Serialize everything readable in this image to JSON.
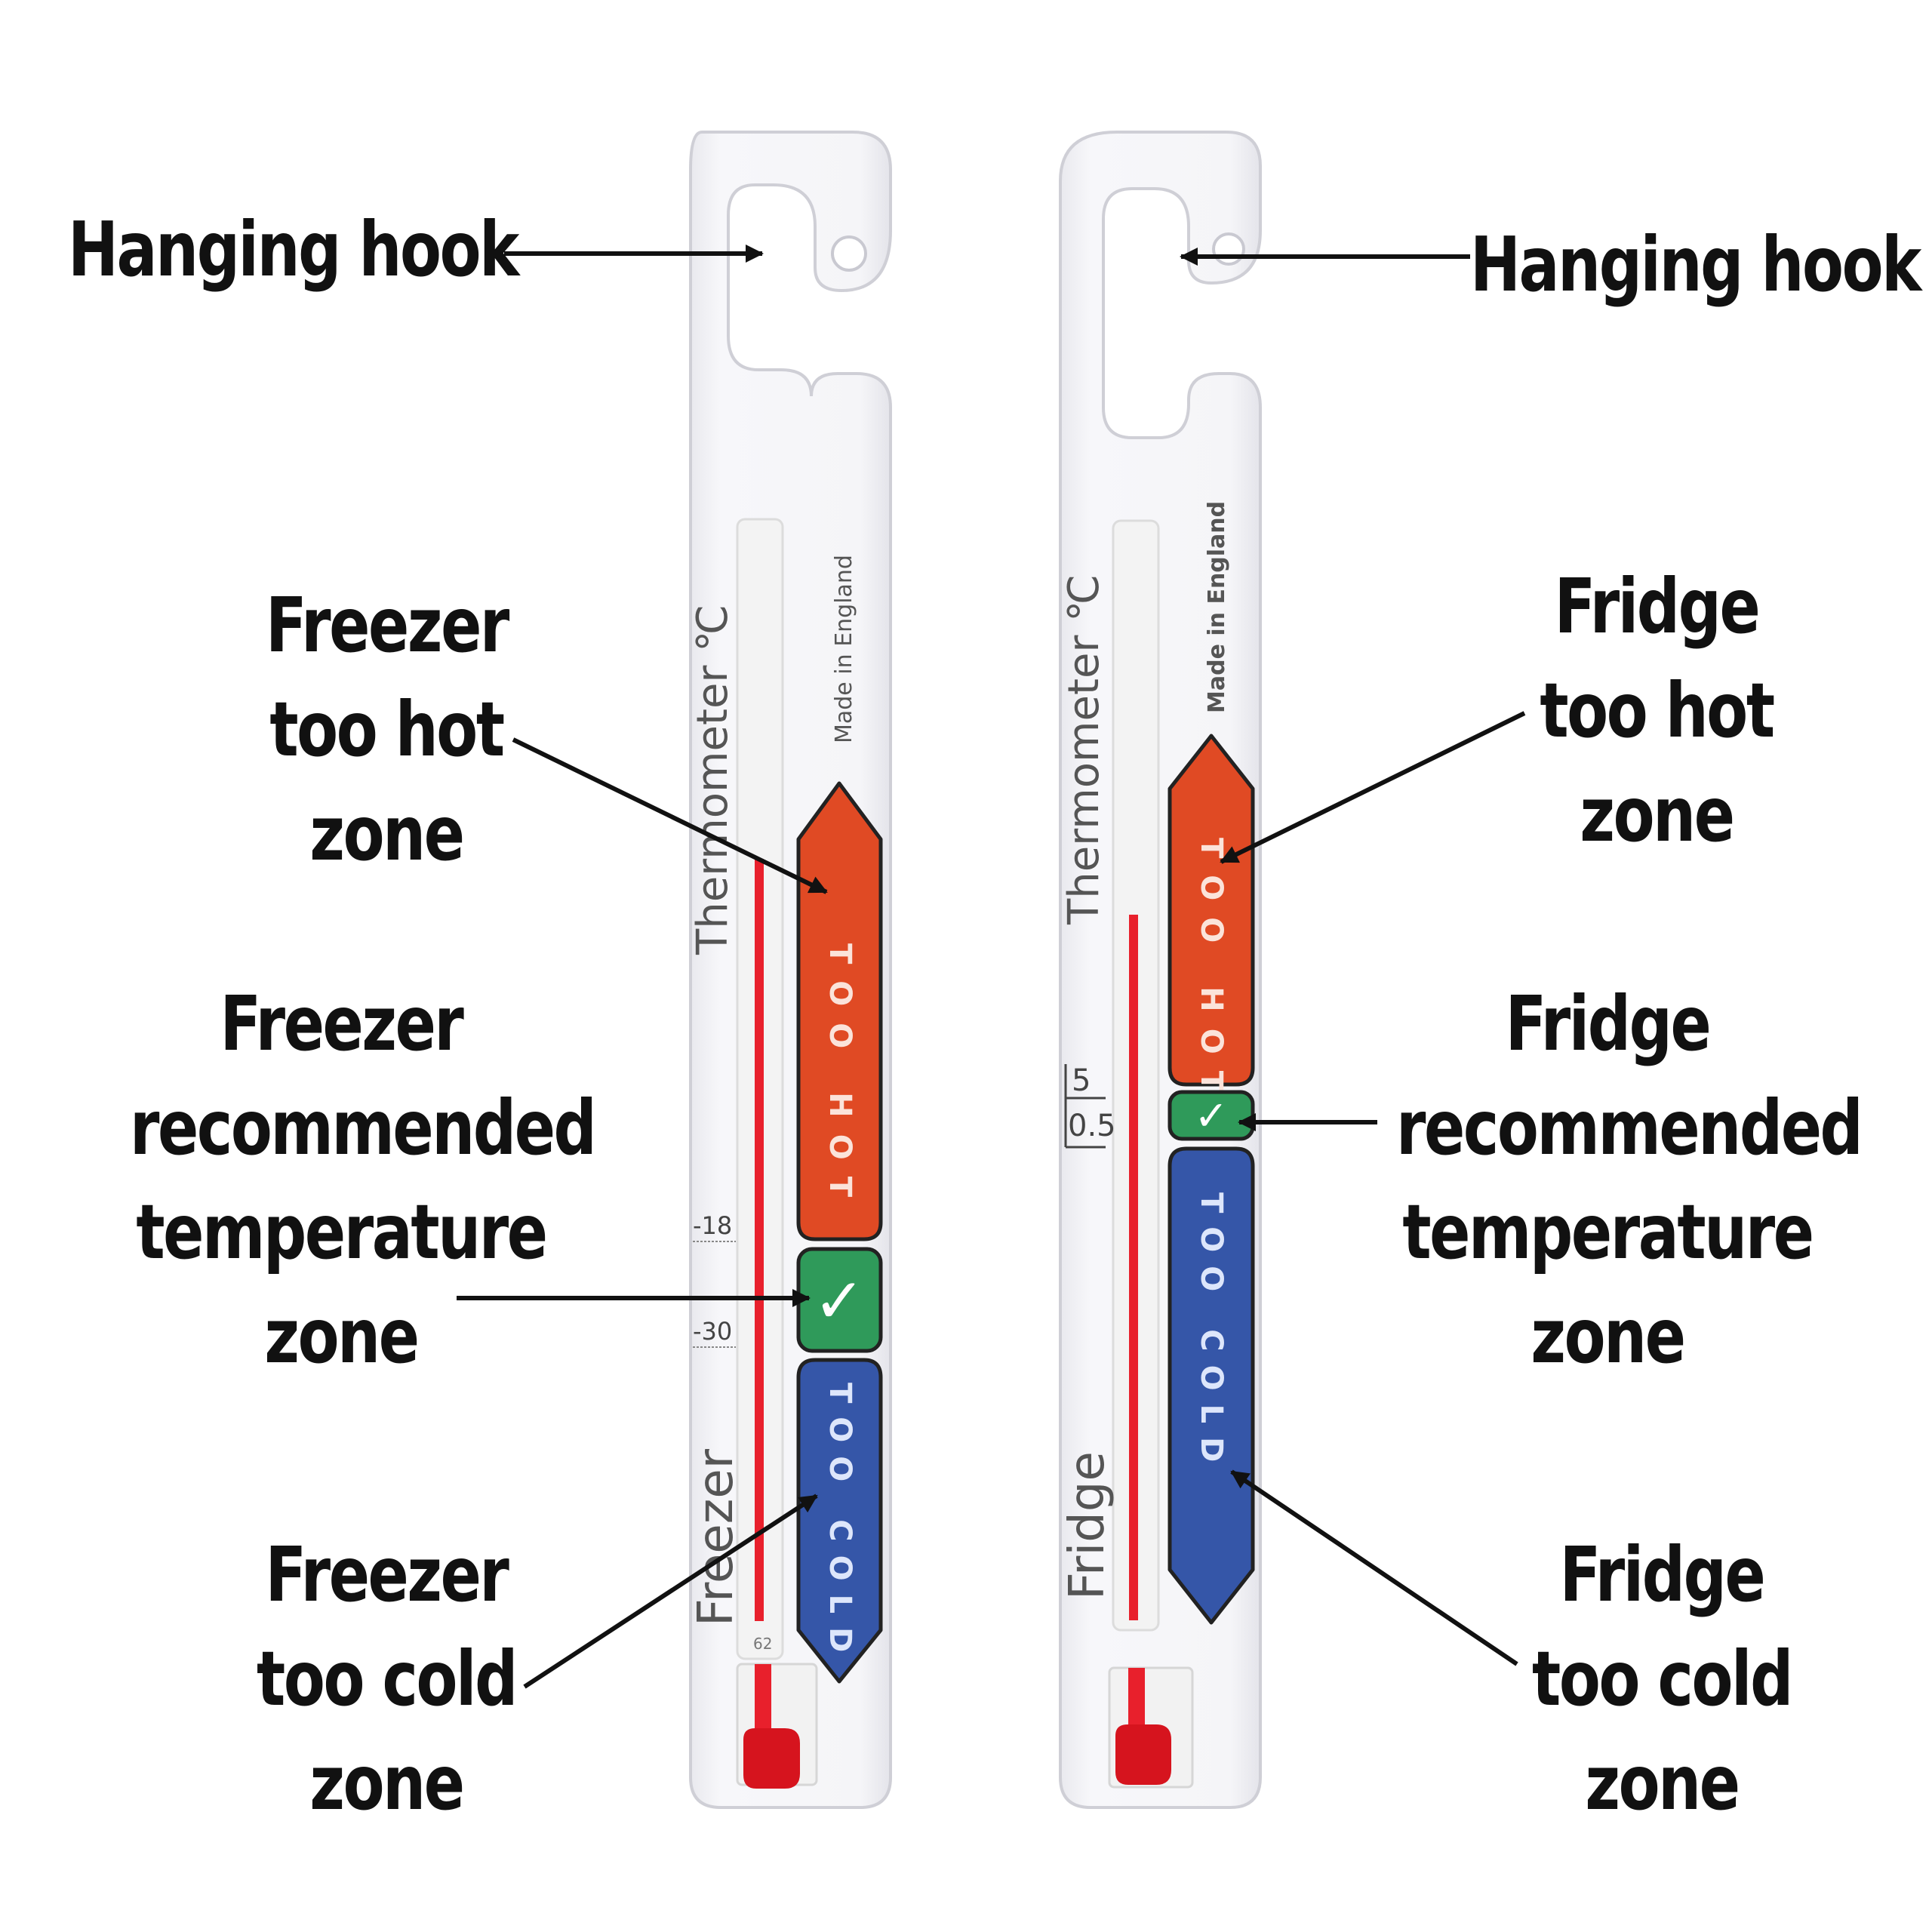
{
  "callouts": {
    "left_hook": "Hanging hook",
    "right_hook": "Hanging hook",
    "freezer_hot": [
      "Freezer",
      "too hot",
      "zone"
    ],
    "freezer_ok": [
      "Freezer",
      "recommended",
      "temperature",
      "zone"
    ],
    "freezer_cold": [
      "Freezer",
      "too cold",
      "zone"
    ],
    "fridge_hot": [
      "Fridge",
      "too hot",
      "zone"
    ],
    "fridge_ok": [
      "Fridge",
      "recommended",
      "temperature",
      "zone"
    ],
    "fridge_cold": [
      "Fridge",
      "too cold",
      "zone"
    ]
  },
  "freezer": {
    "title": "Thermometer ℃",
    "maker": "Made in England",
    "type_label": "Freezer",
    "scale_high": "-18",
    "scale_low": "-30",
    "tube_mark": "62",
    "hot_label": "TOO HOT",
    "ok_symbol": "✓",
    "cold_label": "TOO COLD"
  },
  "fridge": {
    "title": "Thermometer ℃",
    "maker": "Made in England",
    "type_label": "Fridge",
    "scale_high": "5",
    "scale_low": "0.5",
    "hot_label": "TOO HOT",
    "ok_symbol": "✓",
    "cold_label": "TOO COLD"
  },
  "colors": {
    "hot_zone": "#e04a24",
    "ok_zone": "#2f9a5a",
    "cold_zone": "#3556a8",
    "liquid": "#e8202c",
    "body": "#f4f4f7",
    "outline": "#222222"
  }
}
